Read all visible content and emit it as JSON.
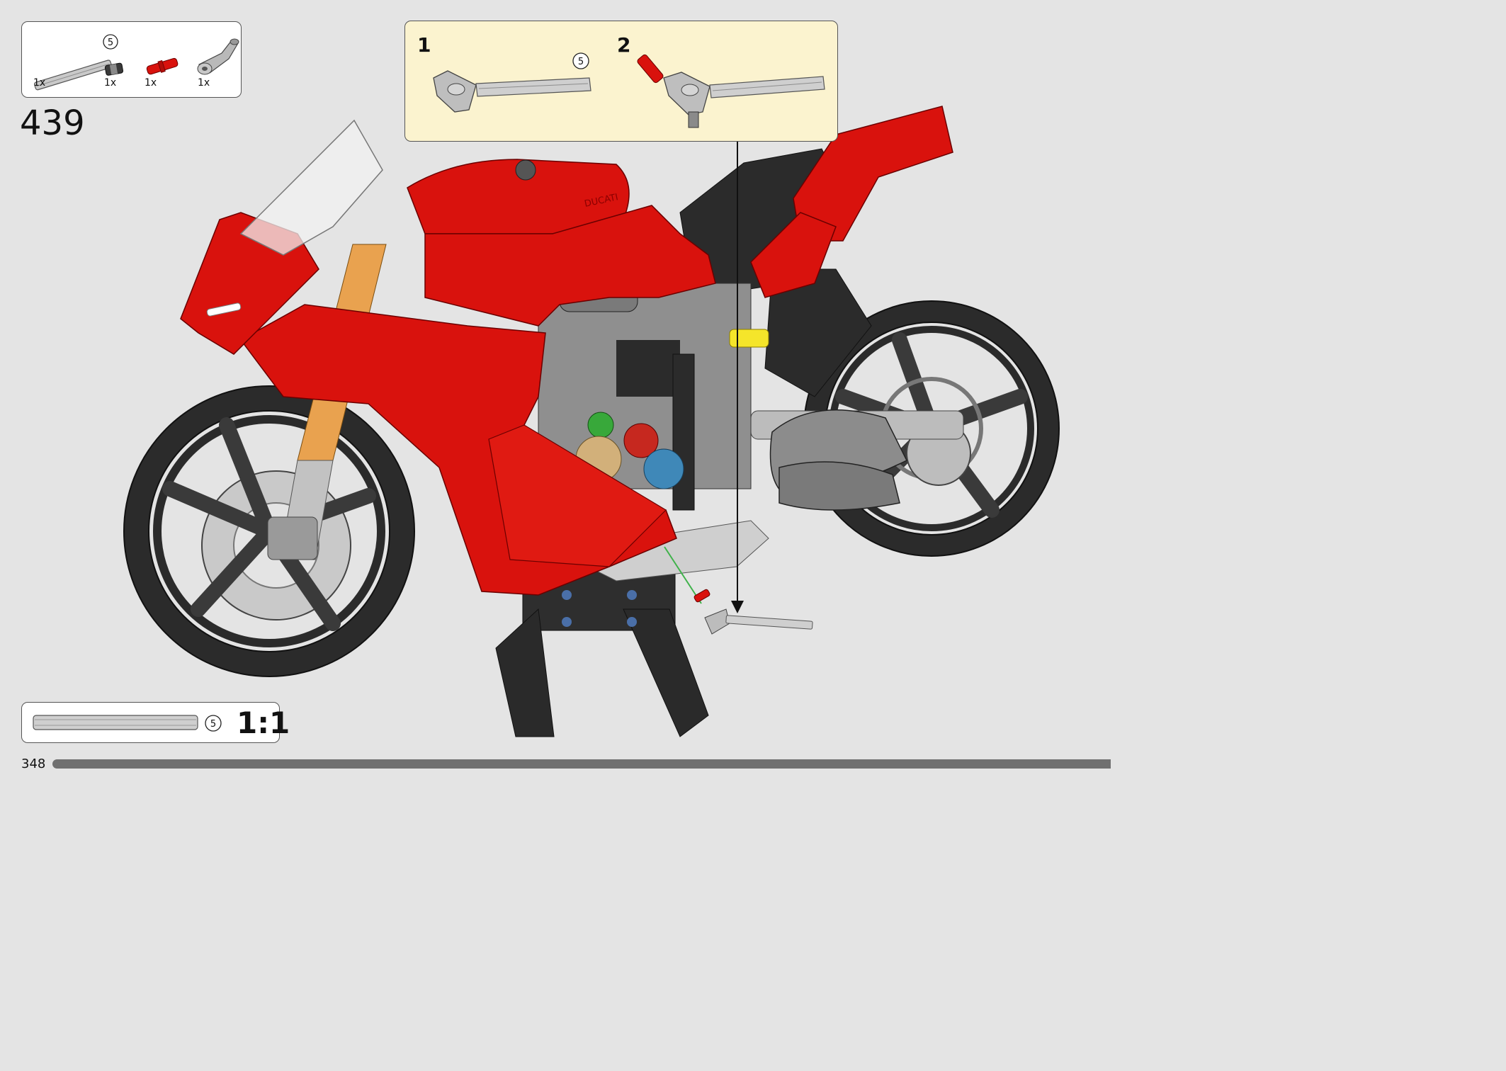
{
  "parts_list": {
    "items": [
      {
        "qty": "1x",
        "name": "axle",
        "length_label": "5"
      },
      {
        "qty": "1x",
        "name": "axle-connector"
      },
      {
        "qty": "1x",
        "name": "red-pin"
      },
      {
        "qty": "1x",
        "name": "angle-connector"
      }
    ]
  },
  "step_number": "439",
  "submodel": {
    "step1_label": "1",
    "step2_label": "2",
    "axle_length_label": "5"
  },
  "scale_guide": {
    "length_label": "5",
    "ratio": "1:1"
  },
  "page_number": "348",
  "colors": {
    "fairing_red": "#d9120d",
    "frame_black": "#2b2b2b",
    "fork_gold": "#e9a24f",
    "callout_bg": "#fbf3cf",
    "page_bg": "#e4e4e4"
  },
  "decals": {
    "tank_brand": "DUCATI"
  }
}
